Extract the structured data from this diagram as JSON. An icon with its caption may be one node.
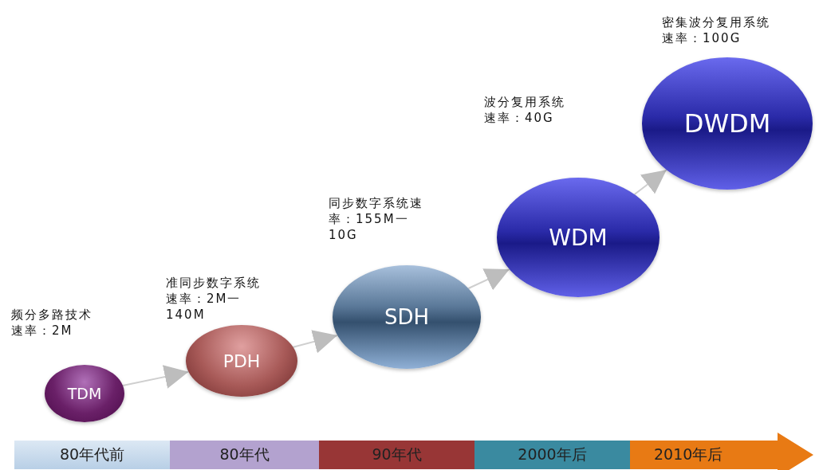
{
  "diagram": {
    "nodes": [
      {
        "text": [
          "TDM"
        ],
        "beside": [
          "频分多路技术速率：2M"
        ]
      },
      {
        "text": [
          "PDH"
        ],
        "beside": [
          "准同步数字系统速率：2M一140M"
        ]
      },
      {
        "text": [
          "SDH"
        ],
        "beside": [
          "同步数字系统速率：155M一10G"
        ]
      },
      {
        "text": [
          "WDM"
        ]
      },
      {
        "text": [
          "DWDM"
        ],
        "beside": [
          "密集波分复用系统速率：100G"
        ]
      },
      {
        "text": [
          "80年代前"
        ]
      },
      {
        "text": [
          "80年代"
        ]
      },
      {
        "text": [
          "90年代"
        ]
      },
      {
        "text": [
          "2000年后"
        ]
      },
      {
        "text": [
          "2010年后"
        ]
      }
    ],
    "edges": [
      {
        "from": 0,
        "to": 1,
        "arrow": "to"
      },
      {
        "from": 1,
        "to": 2,
        "arrow": "to"
      },
      {
        "from": 2,
        "to": 3,
        "arrow": "to"
      },
      {
        "from": 3,
        "to": 4,
        "arrow": "to"
      }
    ],
    "labels": [
      "波分复用系统速率：40G"
    ]
  }
}
